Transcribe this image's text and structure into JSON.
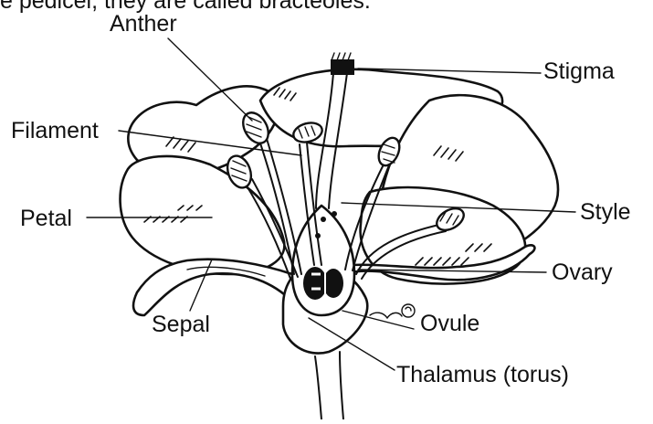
{
  "top_text": "e pedicel, they are called bracteoles.",
  "labels": {
    "anther": "Anther",
    "stigma": "Stigma",
    "filament": "Filament",
    "style": "Style",
    "petal": "Petal",
    "ovary": "Ovary",
    "sepal": "Sepal",
    "ovule": "Ovule",
    "thalamus": "Thalamus (torus)"
  }
}
